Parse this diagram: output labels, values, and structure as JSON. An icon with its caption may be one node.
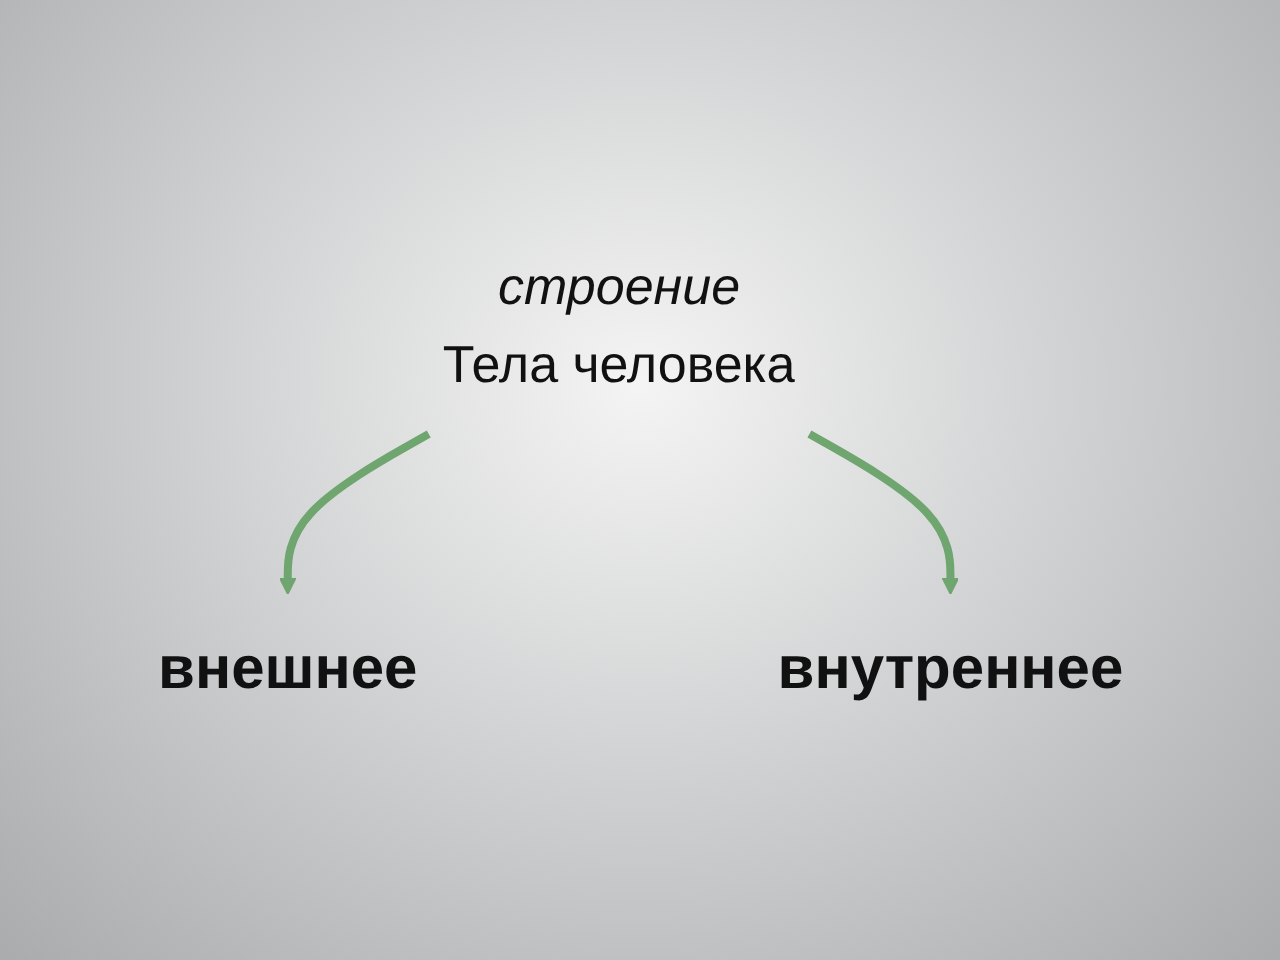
{
  "diagram": {
    "nodes": [
      {
        "text": [
          "строение",
          "Тела человека"
        ]
      },
      {
        "text": [
          "внешнее"
        ]
      },
      {
        "text": [
          "внутреннее"
        ]
      }
    ],
    "edges": [
      {
        "from": 0,
        "to": 1,
        "arrow": "to"
      },
      {
        "from": 0,
        "to": 2,
        "arrow": "to"
      }
    ]
  }
}
